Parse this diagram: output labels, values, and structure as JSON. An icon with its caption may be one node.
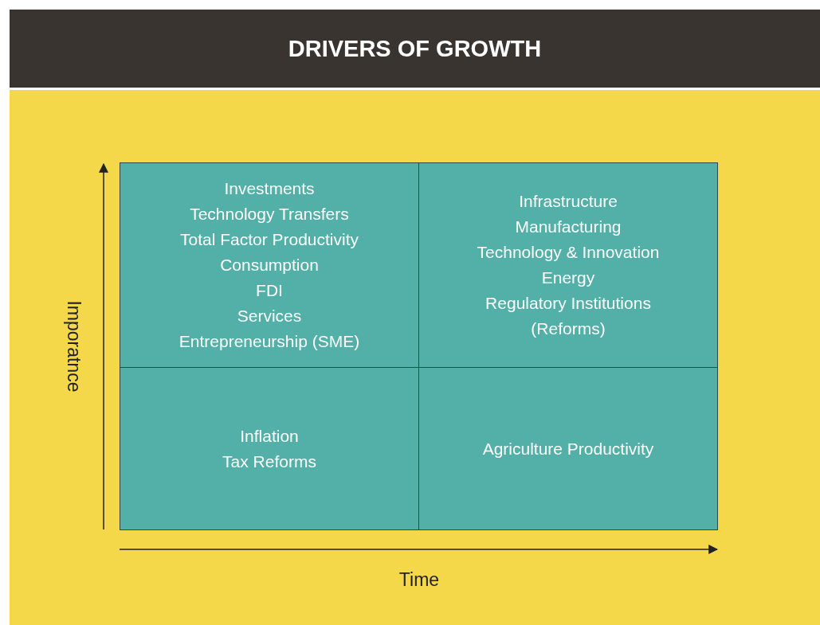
{
  "diagram": {
    "title": "DRIVERS OF GROWTH",
    "nodes": [
      {
        "text": [
          "Investments",
          "Technology Transfers",
          "Total Factor Productivity",
          "Consumption",
          "FDI",
          "Services",
          "Entrepreneurship (SME)"
        ]
      },
      {
        "text": [
          "Infrastructure",
          "Manufacturing",
          "Technology & Innovation",
          "Energy",
          "Regulatory Institutions (Reforms)"
        ]
      },
      {
        "text": [
          "Inflation",
          "Tax Reforms"
        ]
      },
      {
        "text": [
          "Agriculture Productivity"
        ]
      }
    ],
    "edges": [],
    "labels": [
      "Imporatnce",
      "Time"
    ]
  }
}
